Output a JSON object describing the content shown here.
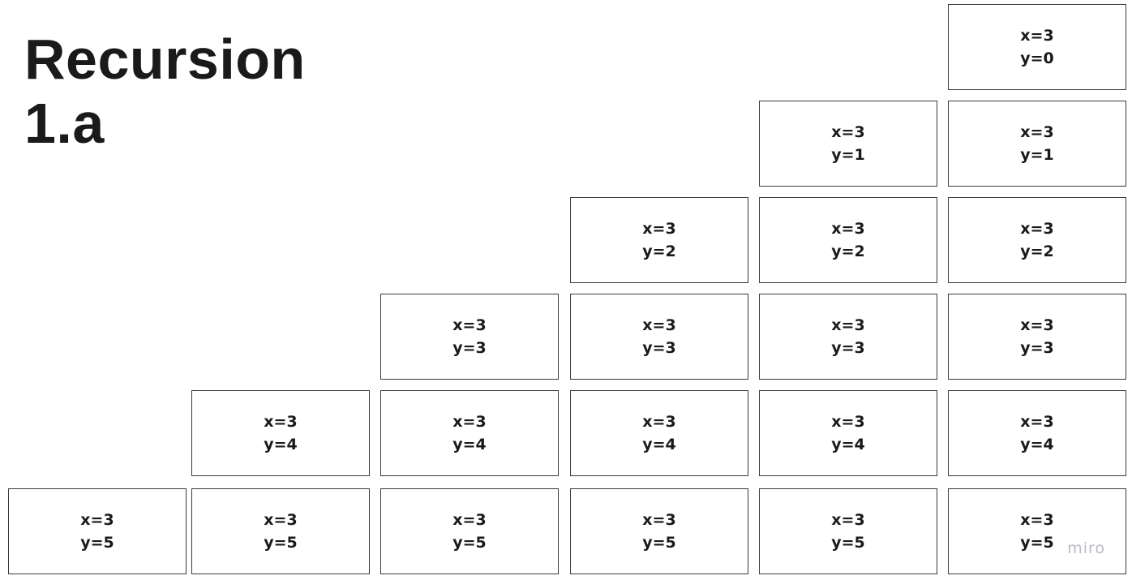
{
  "title": {
    "line1": "Recursion",
    "line2": "1.a"
  },
  "rows": [
    [
      {
        "x": "x=3",
        "y": "y=0"
      }
    ],
    [
      {
        "x": "x=3",
        "y": "y=1"
      },
      {
        "x": "x=3",
        "y": "y=1"
      }
    ],
    [
      {
        "x": "x=3",
        "y": "y=2"
      },
      {
        "x": "x=3",
        "y": "y=2"
      },
      {
        "x": "x=3",
        "y": "y=2"
      }
    ],
    [
      {
        "x": "x=3",
        "y": "y=3"
      },
      {
        "x": "x=3",
        "y": "y=3"
      },
      {
        "x": "x=3",
        "y": "y=3"
      },
      {
        "x": "x=3",
        "y": "y=3"
      }
    ],
    [
      {
        "x": "x=3",
        "y": "y=4"
      },
      {
        "x": "x=3",
        "y": "y=4"
      },
      {
        "x": "x=3",
        "y": "y=4"
      },
      {
        "x": "x=3",
        "y": "y=4"
      },
      {
        "x": "x=3",
        "y": "y=4"
      }
    ],
    [
      {
        "x": "x=3",
        "y": "y=5"
      },
      {
        "x": "x=3",
        "y": "y=5"
      },
      {
        "x": "x=3",
        "y": "y=5"
      },
      {
        "x": "x=3",
        "y": "y=5"
      },
      {
        "x": "x=3",
        "y": "y=5"
      },
      {
        "x": "x=3",
        "y": "y=5"
      }
    ]
  ],
  "watermark": "miro",
  "colors": {
    "border": "#3a3a3a",
    "text": "#1a1a1a",
    "watermark": "#b9bcc8"
  }
}
